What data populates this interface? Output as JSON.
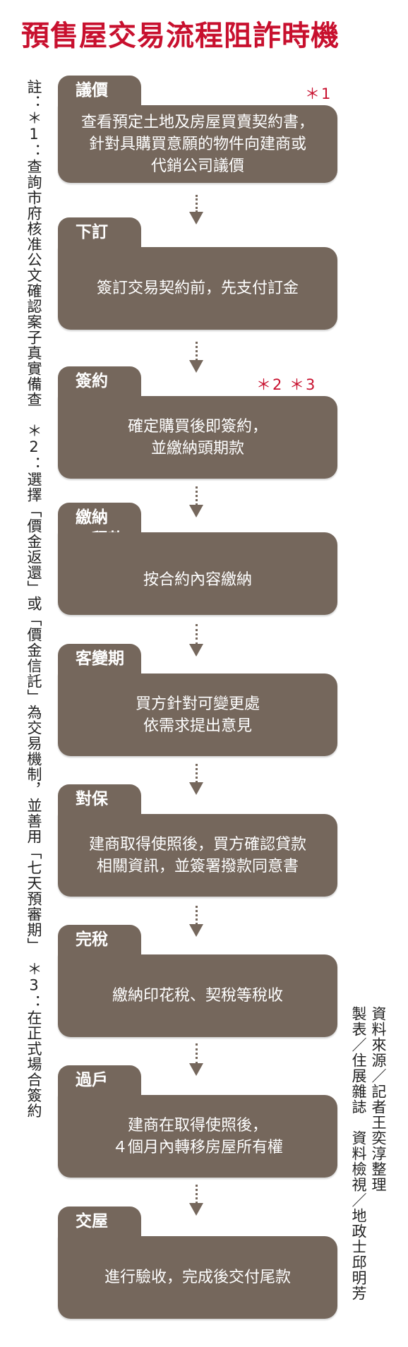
{
  "title": "預售屋交易流程阻詐時機",
  "note": "註：＊1：查詢市府核准公文確認案子真實備查　＊2：選擇「價金返還」或「價金信託」為交易機制，並善用「七天預審期」　＊3：在正式場合簽約",
  "source_lines": [
    "資料來源／記者王奕淳整理",
    "製表／住展雜誌　資料檢視／地政士邱明芳"
  ],
  "steps": [
    {
      "label": "議價",
      "text": "查看預定土地及房屋買賣契約書，\n針對具購買意願的物件向建商或\n代銷公司議價",
      "ref": "＊1"
    },
    {
      "label": "下訂",
      "text": "簽訂交易契約前，先支付訂金",
      "ref": ""
    },
    {
      "label": "簽約",
      "text": "確定購買後即簽約，\n並繳納頭期款",
      "ref": "＊2 ＊3"
    },
    {
      "label": "繳納\n工程款",
      "text": "按合約內容繳納",
      "ref": ""
    },
    {
      "label": "客變期",
      "text": "買方針對可變更處\n依需求提出意見",
      "ref": ""
    },
    {
      "label": "對保",
      "text": "建商取得使照後，買方確認貸款\n相關資訊，並簽署撥款同意書",
      "ref": ""
    },
    {
      "label": "完稅",
      "text": "繳納印花稅、契稅等稅收",
      "ref": ""
    },
    {
      "label": "過戶",
      "text": "建商在取得使照後，\n４個月內轉移房屋所有權",
      "ref": ""
    },
    {
      "label": "交屋",
      "text": "進行驗收，完成後交付尾款",
      "ref": ""
    }
  ],
  "colors": {
    "title": "#c8102e",
    "box": "#75675c",
    "ref": "#c8102e"
  }
}
